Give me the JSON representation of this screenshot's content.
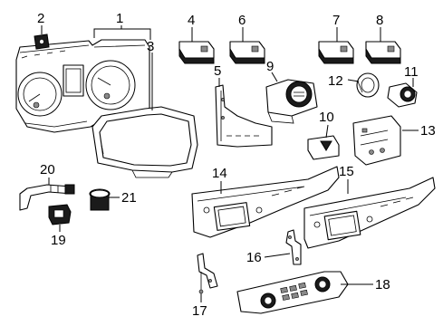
{
  "diagram": {
    "callouts": [
      {
        "key": "c1",
        "label": "1"
      },
      {
        "key": "c2",
        "label": "2"
      },
      {
        "key": "c3",
        "label": "3"
      },
      {
        "key": "c4",
        "label": "4"
      },
      {
        "key": "c5",
        "label": "5"
      },
      {
        "key": "c6",
        "label": "6"
      },
      {
        "key": "c7",
        "label": "7"
      },
      {
        "key": "c8",
        "label": "8"
      },
      {
        "key": "c9",
        "label": "9"
      },
      {
        "key": "c10",
        "label": "10"
      },
      {
        "key": "c11",
        "label": "11"
      },
      {
        "key": "c12",
        "label": "12"
      },
      {
        "key": "c13",
        "label": "13"
      },
      {
        "key": "c14",
        "label": "14"
      },
      {
        "key": "c15",
        "label": "15"
      },
      {
        "key": "c16",
        "label": "16"
      },
      {
        "key": "c17",
        "label": "17"
      },
      {
        "key": "c18",
        "label": "18"
      },
      {
        "key": "c19",
        "label": "19"
      },
      {
        "key": "c20",
        "label": "20"
      },
      {
        "key": "c21",
        "label": "21"
      }
    ],
    "colors": {
      "line": "#000000",
      "background": "#ffffff",
      "dark_fill": "#1b1b1b"
    }
  }
}
